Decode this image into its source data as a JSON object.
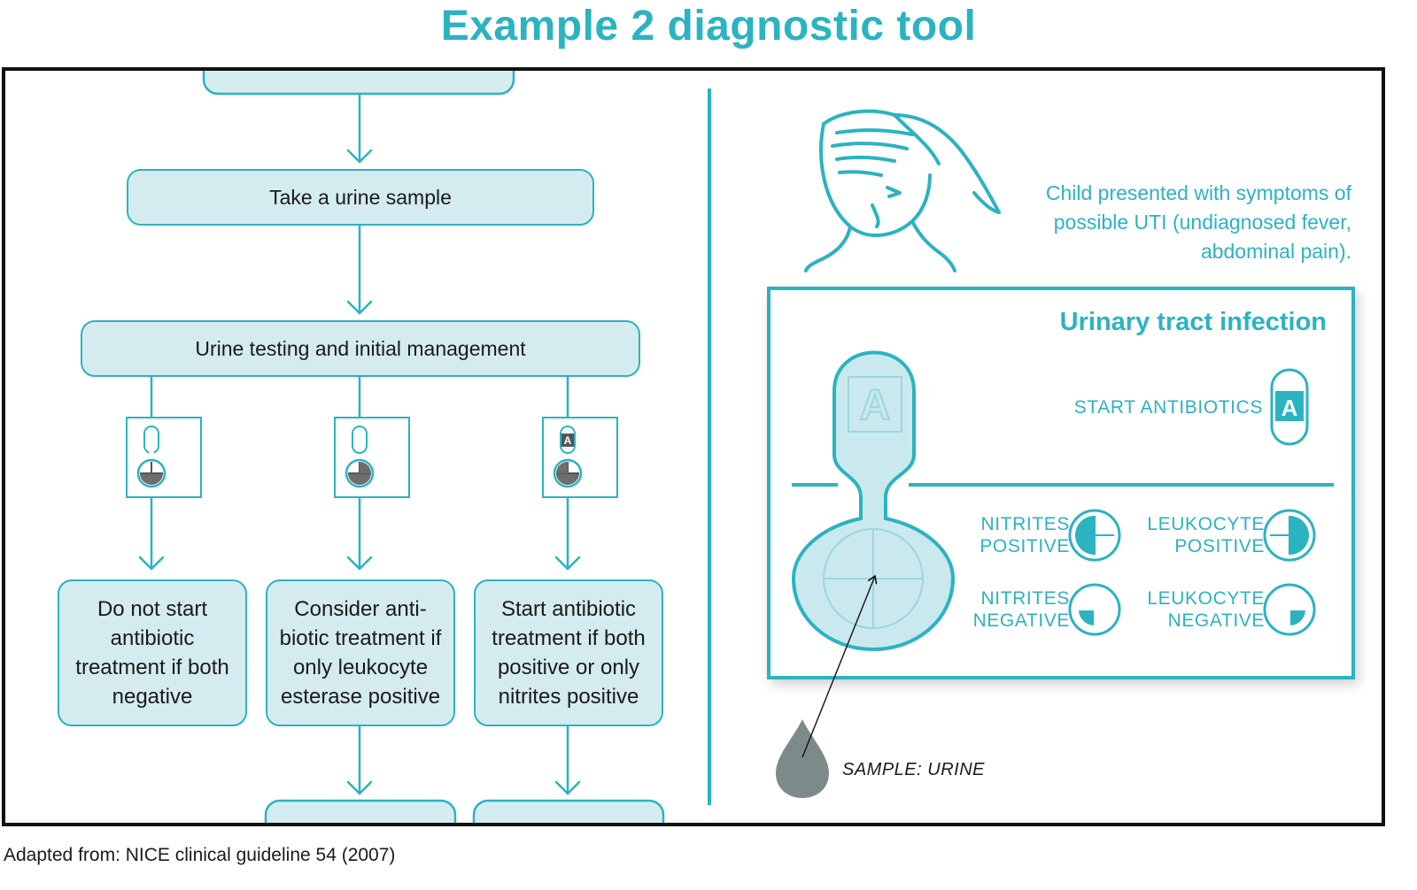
{
  "title": "Example 2 diagnostic tool",
  "flow": {
    "step1": "Take a urine sample",
    "step2": "Urine testing and initial management",
    "outcomes": [
      {
        "text": "Do not start antibiotic treatment if both negative"
      },
      {
        "text": "Consider anti-biotic treatment if only leukocyte esterase positive"
      },
      {
        "text": "Start antibiotic treatment if both positive or only nitrites positive"
      }
    ],
    "strip_letter": "A"
  },
  "child_text": "Child presented with symptoms of possible UTI (undiagnosed fever, abdominal pain).",
  "panel": {
    "title": "Urinary tract infection",
    "start_antibiotics": "START ANTIBIOTICS",
    "badge_letter": "A",
    "strip_letter": "A",
    "nitrites_positive": [
      "NITRITES",
      "POSITIVE"
    ],
    "leukocyte_positive": [
      "LEUKOCYTE",
      "POSITIVE"
    ],
    "nitrites_negative": [
      "NITRITES",
      "NEGATIVE"
    ],
    "leukocyte_negative": [
      "LEUKOCYTE",
      "NEGATIVE"
    ]
  },
  "sample_label": "SAMPLE: URINE",
  "footnote": "Adapted from: NICE clinical guideline 54 (2007)",
  "colors": {
    "accent": "#2bb3c0",
    "box_fill": "#d4ecf0",
    "drop": "#7d8a8a"
  }
}
